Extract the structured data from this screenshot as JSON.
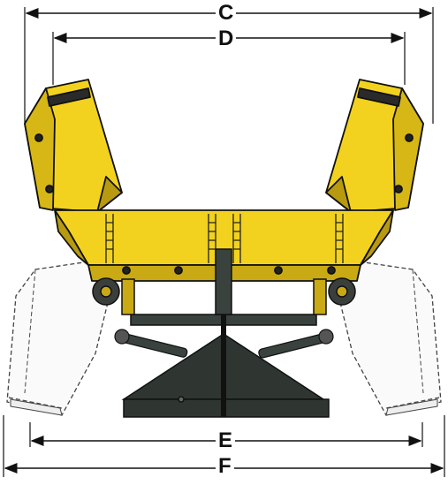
{
  "dimensions": {
    "c": "C",
    "d": "D",
    "e": "E",
    "f": "F"
  },
  "colors": {
    "blade_yellow": "#f2d21e",
    "blade_shadow": "#b89a10",
    "frame_dark": "#2f3632",
    "outline": "#111111",
    "ghost_outline": "#444444"
  }
}
